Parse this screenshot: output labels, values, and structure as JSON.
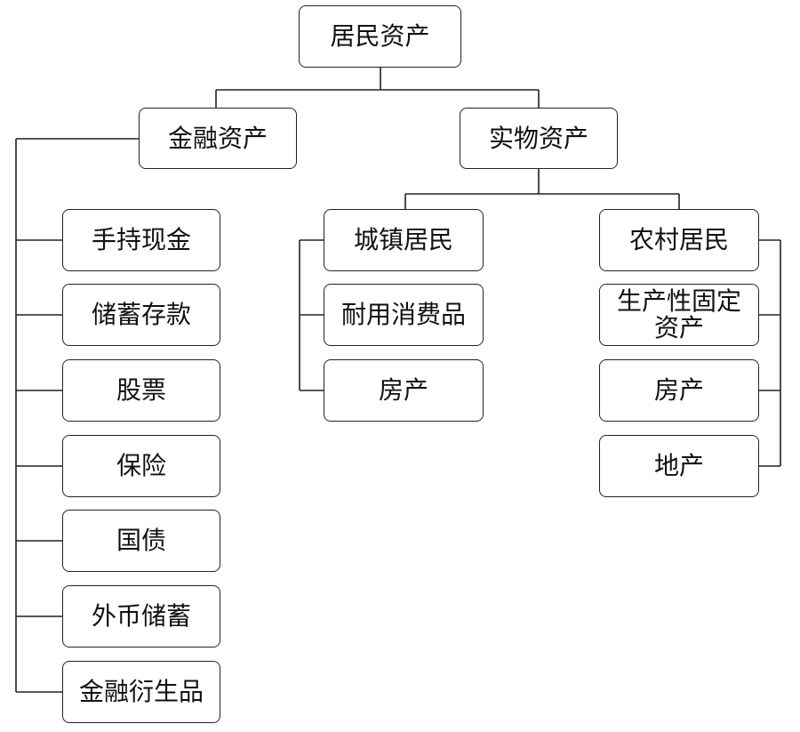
{
  "root": "居民资产",
  "financial": {
    "label": "金融资产",
    "items": [
      "手持现金",
      "储蓄存款",
      "股票",
      "保险",
      "国债",
      "外币储蓄",
      "金融衍生品"
    ]
  },
  "physical": {
    "label": "实物资产",
    "urban": {
      "label": "城镇居民",
      "items": [
        "耐用消费品",
        "房产"
      ]
    },
    "rural": {
      "label": "农村居民",
      "items": [
        "生产性固定资产",
        "房产",
        "地产"
      ]
    }
  },
  "colors": {
    "stroke": "#222222",
    "text": "#111111",
    "background": "#ffffff"
  }
}
